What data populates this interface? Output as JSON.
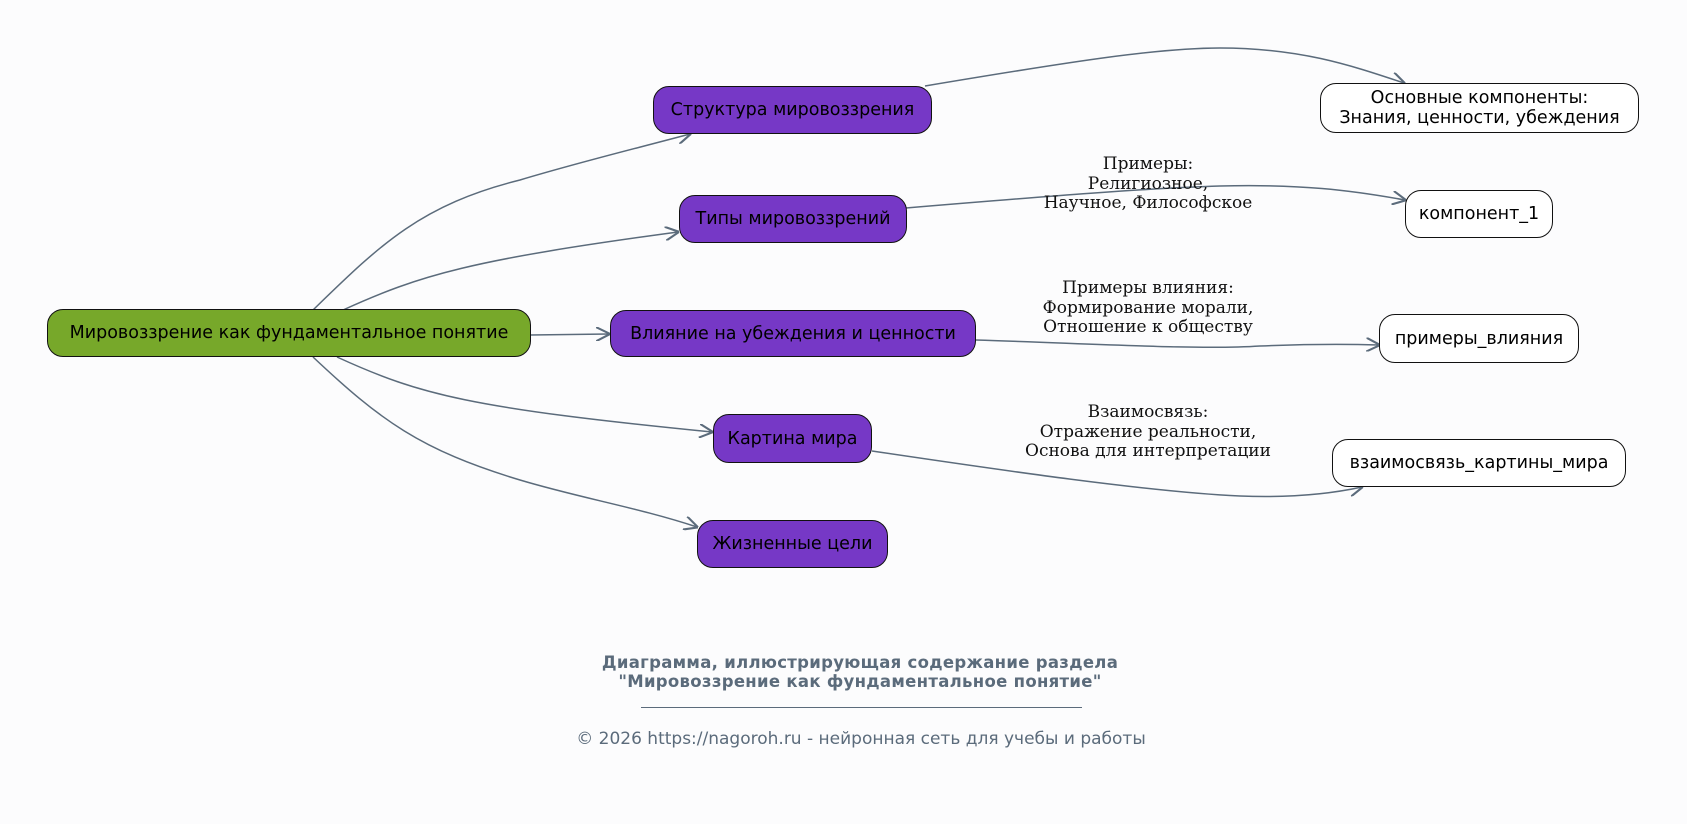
{
  "colors": {
    "root_fill": "#77a82a",
    "branch_fill": "#7638c6",
    "leaf_fill": "#ffffff",
    "edge": "#5b6b7b",
    "caption": "#5b6b7b"
  },
  "root": {
    "label": "Мировоззрение как фундаментальное понятие"
  },
  "branches": [
    {
      "label": "Структура мировоззрения"
    },
    {
      "label": "Типы мировоззрений"
    },
    {
      "label": "Влияние на убеждения и ценности"
    },
    {
      "label": "Картина мира"
    },
    {
      "label": "Жизненные цели"
    }
  ],
  "leaves": [
    {
      "label": "Основные компоненты:\nЗнания, ценности, убеждения"
    },
    {
      "label": "компонент_1"
    },
    {
      "label": "примеры_влияния"
    },
    {
      "label": "взаимосвязь_картины_мира"
    }
  ],
  "edge_labels": [
    {
      "label": "Примеры:\nРелигиозное,\nНаучное, Философское"
    },
    {
      "label": "Примеры влияния:\nФормирование морали,\nОтношение к обществу"
    },
    {
      "label": "Взаимосвязь:\nОтражение реальности,\nОснова для интерпретации"
    }
  ],
  "caption": "Диаграмма, иллюстрирующая содержание раздела\n\"Мировоззрение как фундаментальное понятие\"",
  "footer": "© 2026 https://nagoroh.ru - нейронная сеть для учебы и работы"
}
